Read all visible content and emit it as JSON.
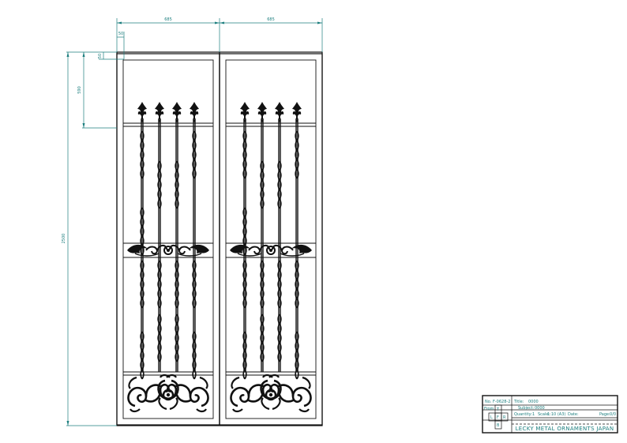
{
  "drawing": {
    "dimensions": {
      "top_left": "685",
      "top_right": "685",
      "frame_width": "50",
      "frame_top": "50",
      "top_panel": "590",
      "overall_height": "2500"
    }
  },
  "title_block": {
    "no_label": "No.",
    "drawing_no": "F-0628-2",
    "title_label": "Title:",
    "title_value": "0000",
    "subject_label": "Subject:",
    "subject_value": "0000",
    "from_label": "From",
    "quantity_label": "Quantity:",
    "quantity_value": "1",
    "scale_label": "Scale:",
    "scale_value": "1:10 (A3)",
    "date_label": "Date:",
    "page_label": "Page:",
    "page_value": "0/0",
    "view_t": "T",
    "view_l": "L",
    "view_f": "F",
    "view_r": "R",
    "view_b": "B",
    "company": "LECKY METAL ORNAMENTS JAPAN"
  },
  "colors": {
    "line": "#111111",
    "dimension": "#1d7f7f"
  }
}
